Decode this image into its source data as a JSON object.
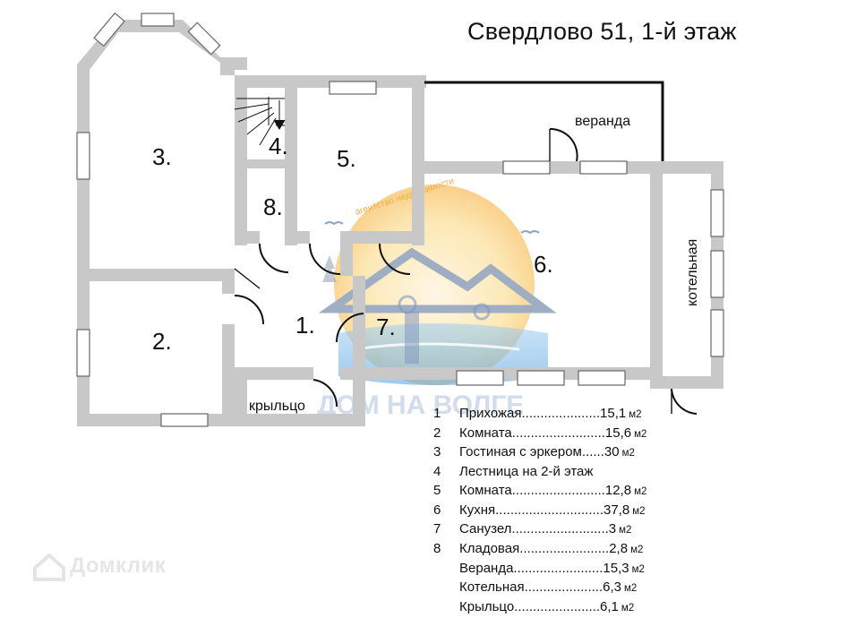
{
  "title": "Свердлово 51, 1-й этаж",
  "rooms": {
    "r1": "1.",
    "r2": "2.",
    "r3": "3.",
    "r4": "4.",
    "r5": "5.",
    "r6": "6.",
    "r7": "7.",
    "r8": "8."
  },
  "labels": {
    "veranda": "веранда",
    "kotelnaya": "котельная",
    "kryltso": "крыльцо"
  },
  "logo": {
    "arc_text": "агентство недвижимости",
    "name": "ДОМ НА ВОЛГЕ"
  },
  "watermark": "Домклик",
  "legend": [
    {
      "num": "1",
      "text": "Прихожая.....................15,1",
      "unit": "м2"
    },
    {
      "num": "2",
      "text": "Комната.........................15,6",
      "unit": "м2"
    },
    {
      "num": "3",
      "text": "Гостиная с эркером......30",
      "unit": "м2"
    },
    {
      "num": "4",
      "text": "Лестница на 2-й этаж",
      "unit": ""
    },
    {
      "num": "5",
      "text": "Комната.........................12,8",
      "unit": "м2"
    },
    {
      "num": "6",
      "text": "Кухня.............................37,8",
      "unit": "м2"
    },
    {
      "num": "7",
      "text": "Санузел..........................3",
      "unit": "м2"
    },
    {
      "num": "8",
      "text": "Кладовая........................2,8",
      "unit": "м2"
    },
    {
      "num": "",
      "text": "Веранда........................15,3",
      "unit": "м2"
    },
    {
      "num": "",
      "text": "Котельная.....................6,3",
      "unit": "м2"
    },
    {
      "num": "",
      "text": "Крыльцо.......................6,1",
      "unit": "м2"
    }
  ],
  "colors": {
    "wall": "#c8c8c8",
    "window_fill": "#ffffff",
    "sun": "#f5b43a",
    "sun_light": "#fbe1a6",
    "roof": "#8f9fb8",
    "water": "#4a9edc"
  }
}
